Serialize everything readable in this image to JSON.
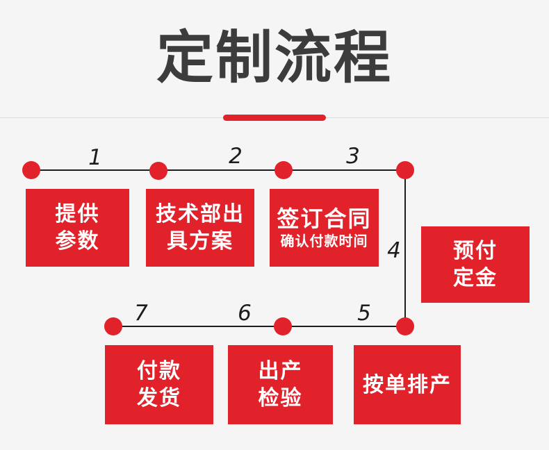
{
  "header": {
    "title": "定制流程"
  },
  "colors": {
    "background": "#f5f5f6",
    "accent_red": "#e2222b",
    "title_text": "#3c3c3c",
    "connector_line": "#1d1d1d",
    "divider_line": "#dcdcdc",
    "box_text": "#ffffff"
  },
  "flow": {
    "step_numbers": [
      "1",
      "2",
      "3",
      "4",
      "5",
      "6",
      "7"
    ],
    "boxes": [
      {
        "id": "step1",
        "lines": [
          "提供",
          "参数"
        ]
      },
      {
        "id": "step2",
        "lines": [
          "技术部出",
          "具方案"
        ]
      },
      {
        "id": "step3",
        "lines": [
          "签订合同",
          "确认付款时间"
        ]
      },
      {
        "id": "step4",
        "lines": [
          "预付",
          "定金"
        ]
      },
      {
        "id": "step5",
        "lines": [
          "按单排产"
        ]
      },
      {
        "id": "step6",
        "lines": [
          "出产",
          "检验"
        ]
      },
      {
        "id": "step7",
        "lines": [
          "付款",
          "发货"
        ]
      }
    ]
  }
}
